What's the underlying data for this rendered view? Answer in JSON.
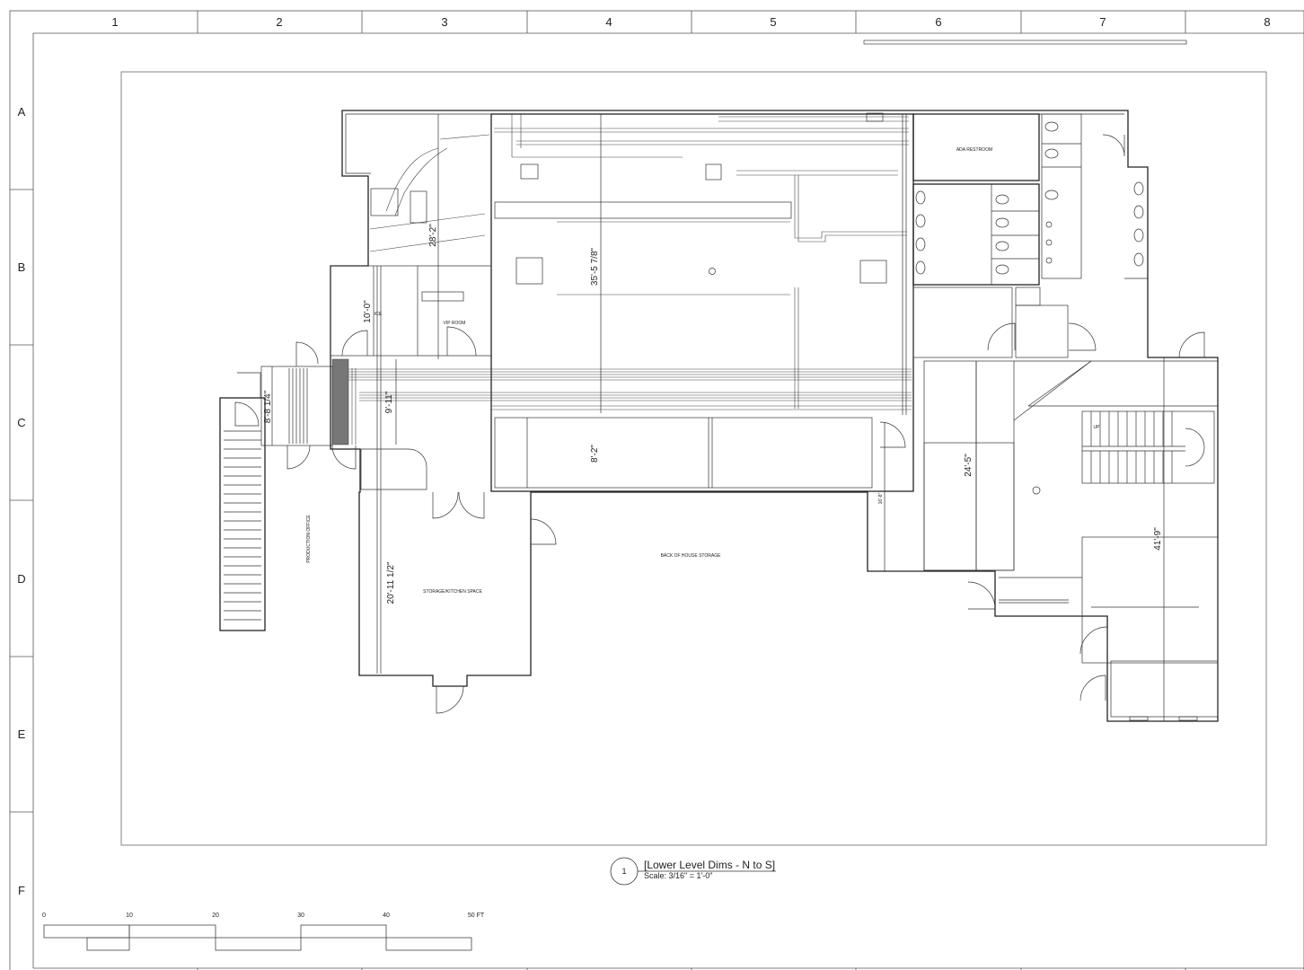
{
  "grid": {
    "columns": [
      "1",
      "2",
      "3",
      "4",
      "5",
      "6",
      "7",
      "8"
    ],
    "rows": [
      "A",
      "B",
      "C",
      "D",
      "E",
      "F"
    ]
  },
  "rooms": {
    "ada_restroom": "ADA RESTROOM",
    "vip_room": "VIP ROOM",
    "office_fragment": "ICE",
    "production_office": "PRODUCTION OFFICE",
    "storage_kitchen": "STORAGE/KITCHEN SPACE",
    "back_of_house": "BACK OF HOUSE STORAGE",
    "stair_up": "UP"
  },
  "dimensions": {
    "d_28_2": "28'-2\"",
    "d_35_5": "35'-5 7/8\"",
    "d_10_0": "10'-0\"",
    "d_8_8": "8'-8 1/4\"",
    "d_9_11": "9'-11\"",
    "d_8_2": "8'-2\"",
    "d_20_11": "20'-11 1/2\"",
    "d_24_5": "24'-5\"",
    "d_41_9": "41'-9\"",
    "d_small": "16'-8\""
  },
  "title_block": {
    "number": "1",
    "title": "[Lower Level Dims - N to S]",
    "scale": "Scale: 3/16\" = 1'-0\""
  },
  "scale_bar": {
    "labels": [
      "0",
      "10",
      "20",
      "30",
      "40",
      "50 FT"
    ]
  }
}
